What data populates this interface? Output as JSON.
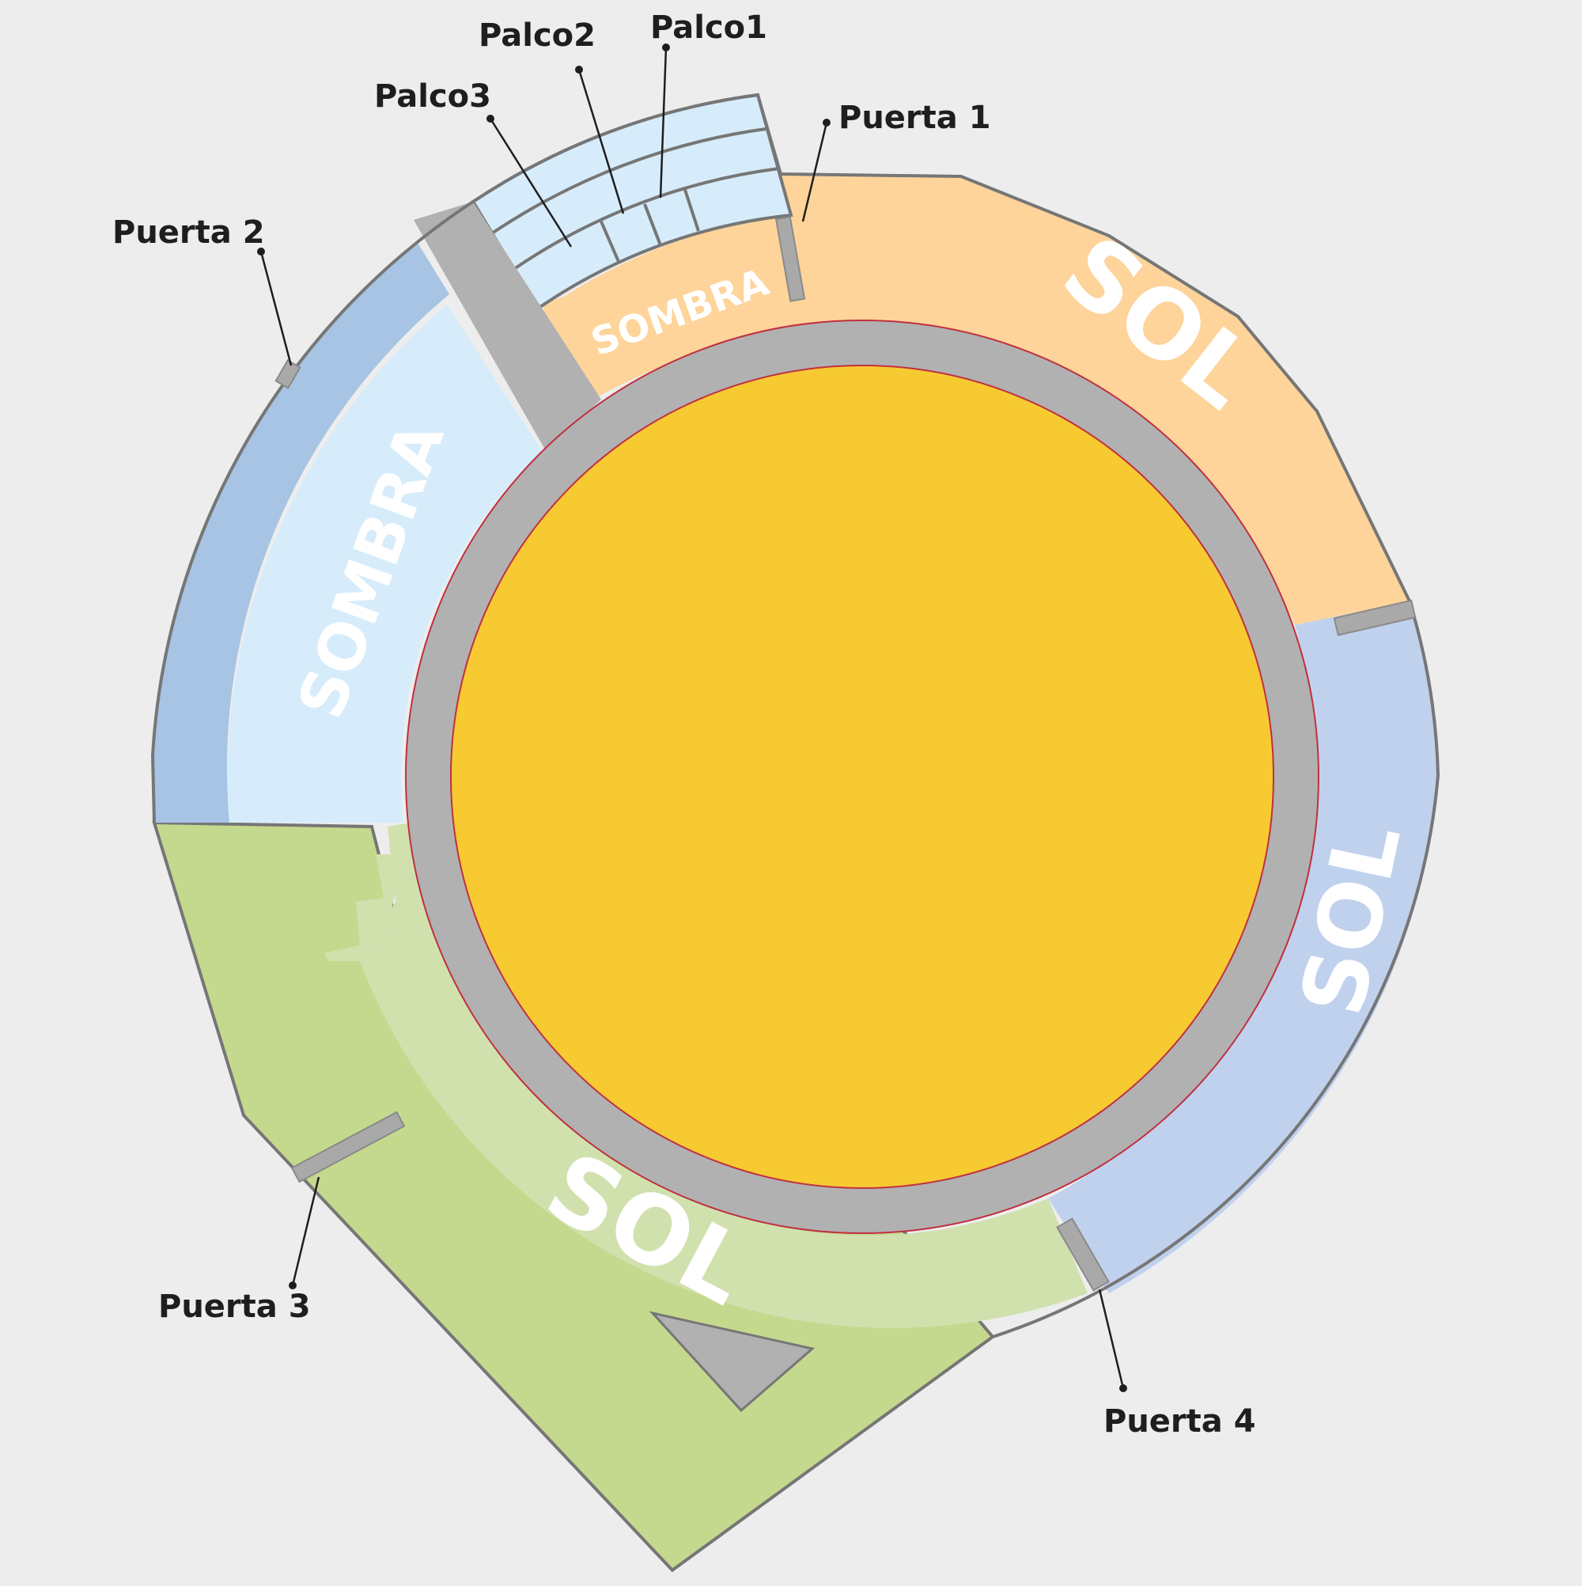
{
  "colors": {
    "background": "#ededed",
    "arena": "#f7ca32",
    "callejon": "#b1b1b1",
    "sol_orange": "#fed49a",
    "sol_blue": "#c0d1ee",
    "sol_green_outer": "#c5d98e",
    "sol_green_inner": "#d1e1ae",
    "sombra_outer": "#a7c4e4",
    "sombra_inner": "#d7ecfb",
    "palcos": "#d7ecfb",
    "outline": "#767676"
  },
  "sections": {
    "sol_north": "SOL",
    "sol_east": "SOL",
    "sol_south": "SOL",
    "sombra_west": "SOMBRA",
    "sombra_north": "SOMBRA"
  },
  "labels": {
    "palco1": "Palco1",
    "palco2": "Palco2",
    "palco3": "Palco3",
    "puerta1": "Puerta 1",
    "puerta2": "Puerta 2",
    "puerta3": "Puerta 3",
    "puerta4": "Puerta 4"
  }
}
